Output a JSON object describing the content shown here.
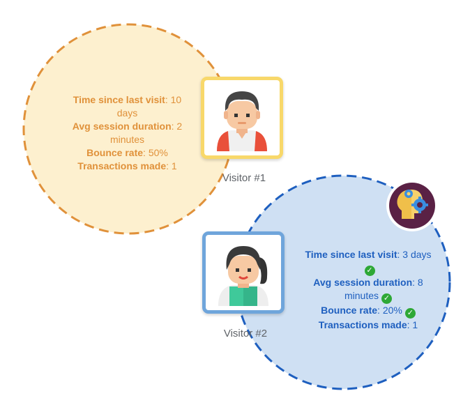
{
  "visitor1": {
    "name": "Visitor #1",
    "stats": [
      {
        "label": "Time since last visit",
        "value": "10 days"
      },
      {
        "label": "Avg session duration",
        "value": "2 minutes"
      },
      {
        "label": "Bounce rate",
        "value": "50%"
      },
      {
        "label": "Transactions made",
        "value": "1"
      }
    ]
  },
  "visitor2": {
    "name": "Visitor #2",
    "stats": [
      {
        "label": "Time since last visit",
        "value": "3 days",
        "check": true
      },
      {
        "label": "Avg session duration",
        "value": "8 minutes",
        "check": true
      },
      {
        "label": "Bounce rate",
        "value": "20%",
        "check": true
      },
      {
        "label": "Transactions made",
        "value": "1",
        "check": false
      }
    ]
  },
  "icons": {
    "check": "check-circle-icon",
    "insight": "head-gear-icon"
  },
  "colors": {
    "visitor1_fill": "#fdf0cf",
    "visitor1_stroke": "#e0913a",
    "visitor2_fill": "#cfe0f3",
    "visitor2_stroke": "#1e5fbf",
    "check": "#2ea836",
    "badge_bg": "#5a2145"
  }
}
